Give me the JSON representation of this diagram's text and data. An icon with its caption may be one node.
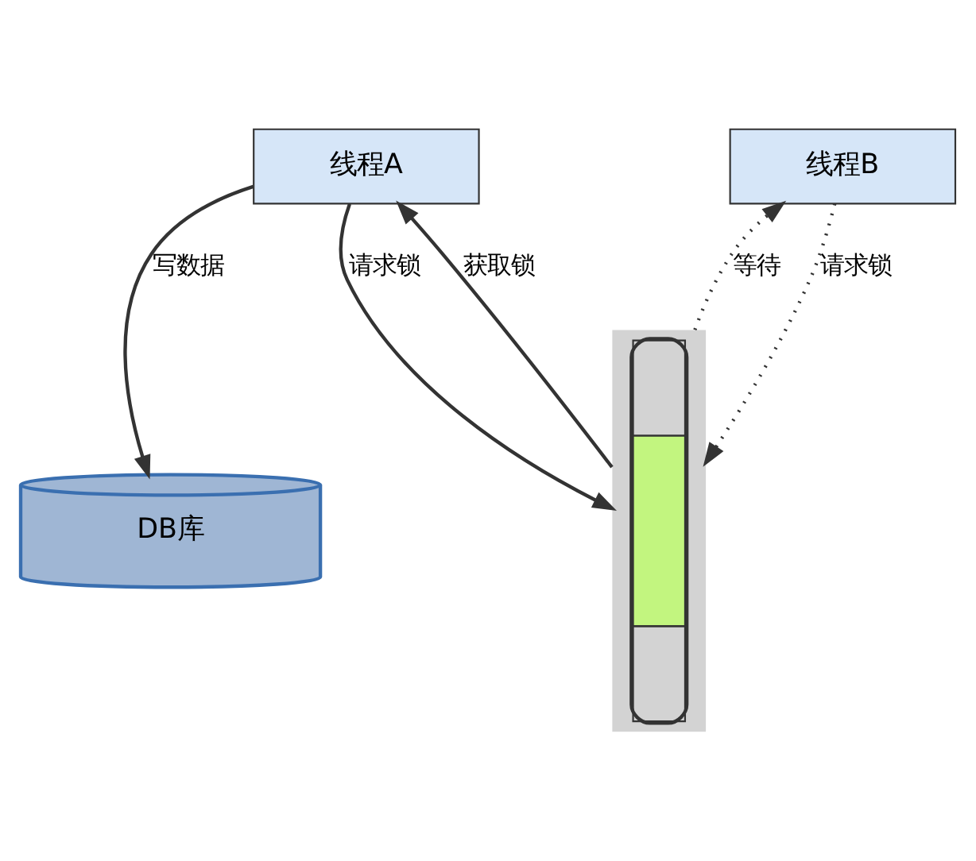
{
  "diagram": {
    "nodes": [
      {
        "text": [
          "线程A"
        ]
      },
      {
        "text": [
          "线程B"
        ]
      },
      {
        "text": [],
        "shape": "bar"
      },
      {
        "text": [
          "DB库"
        ]
      }
    ],
    "edges": [
      {
        "from": 0,
        "to": 2,
        "arrow": "to",
        "label": "请求锁"
      },
      {
        "from": 2,
        "to": 0,
        "arrow": "to",
        "label": "获取锁"
      },
      {
        "from": 1,
        "to": 2,
        "arrow": "to",
        "label": "请求锁",
        "style": "dashed"
      },
      {
        "from": 2,
        "to": 1,
        "arrow": "to",
        "label": "等待",
        "style": "dashed"
      },
      {
        "from": 0,
        "to": 3,
        "arrow": "to",
        "label": "写数据"
      }
    ]
  }
}
